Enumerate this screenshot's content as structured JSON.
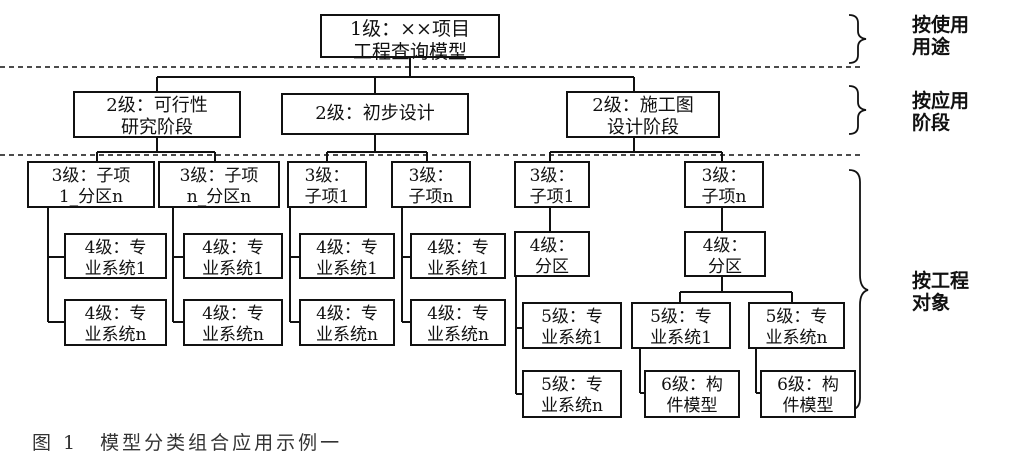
{
  "level1": {
    "line1": "1级：××项目",
    "line2": "工程查询模型"
  },
  "level2": [
    {
      "line1": "2级：可行性",
      "line2": "研究阶段"
    },
    {
      "line1": "2级：初步设计"
    },
    {
      "line1": "2级：施工图",
      "line2": "设计阶段"
    }
  ],
  "level3": [
    {
      "line1": "3级：子项",
      "line2": "1_分区n"
    },
    {
      "line1": "3级：子项",
      "line2": "n_分区n"
    },
    {
      "line1": "3级：",
      "line2": "子项1"
    },
    {
      "line1": "3级：",
      "line2": "子项n"
    },
    {
      "line1": "3级：",
      "line2": "子项1"
    },
    {
      "line1": "3级：",
      "line2": "子项n"
    }
  ],
  "level4": [
    {
      "line1": "4级：专",
      "line2": "业系统1"
    },
    {
      "line1": "4级：专",
      "line2": "业系统n"
    },
    {
      "line1": "4级：专",
      "line2": "业系统1"
    },
    {
      "line1": "4级：专",
      "line2": "业系统n"
    },
    {
      "line1": "4级：专",
      "line2": "业系统1"
    },
    {
      "line1": "4级：专",
      "line2": "业系统n"
    },
    {
      "line1": "4级：专",
      "line2": "业系统1"
    },
    {
      "line1": "4级：专",
      "line2": "业系统n"
    },
    {
      "line1": "4级：",
      "line2": "分区"
    },
    {
      "line1": "4级：",
      "line2": "分区"
    }
  ],
  "level5": [
    {
      "line1": "5级：专",
      "line2": "业系统1"
    },
    {
      "line1": "5级：专",
      "line2": "业系统n"
    },
    {
      "line1": "5级：专",
      "line2": "业系统1"
    },
    {
      "line1": "5级：专",
      "line2": "业系统n"
    }
  ],
  "level6": [
    {
      "line1": "6级：构",
      "line2": "件模型"
    },
    {
      "line1": "6级：构",
      "line2": "件模型"
    }
  ],
  "categories": [
    {
      "line1": "按使用",
      "line2": "用途"
    },
    {
      "line1": "按应用",
      "line2": "阶段"
    },
    {
      "line1": "按工程",
      "line2": "对象"
    }
  ],
  "caption": "图 1　模型分类组合应用示例一"
}
